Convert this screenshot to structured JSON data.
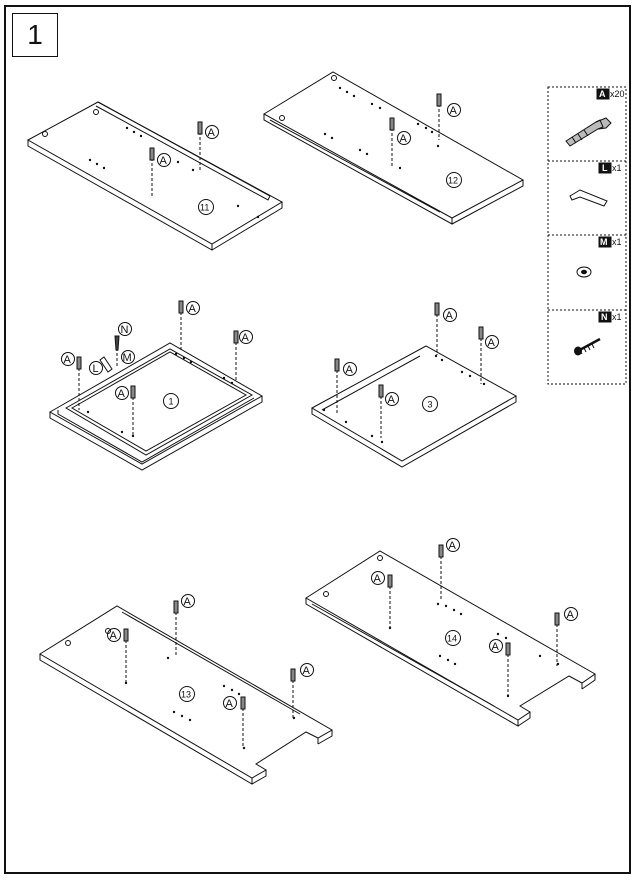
{
  "step": {
    "number": "1"
  },
  "hardware": [
    {
      "letter": "A",
      "qty": "x20",
      "icon": "cam-dowel-icon"
    },
    {
      "letter": "L",
      "qty": "x1",
      "icon": "key-tool-icon"
    },
    {
      "letter": "M",
      "qty": "x1",
      "icon": "washer-icon"
    },
    {
      "letter": "N",
      "qty": "x1",
      "icon": "screw-icon"
    }
  ],
  "panels": {
    "p11": {
      "number": "11"
    },
    "p12": {
      "number": "12"
    },
    "p1": {
      "number": "1"
    },
    "p3": {
      "number": "3"
    },
    "p13": {
      "number": "13"
    },
    "p14": {
      "number": "14"
    }
  },
  "callouts": {
    "a": "A",
    "l": "L",
    "m": "M",
    "n": "N"
  }
}
